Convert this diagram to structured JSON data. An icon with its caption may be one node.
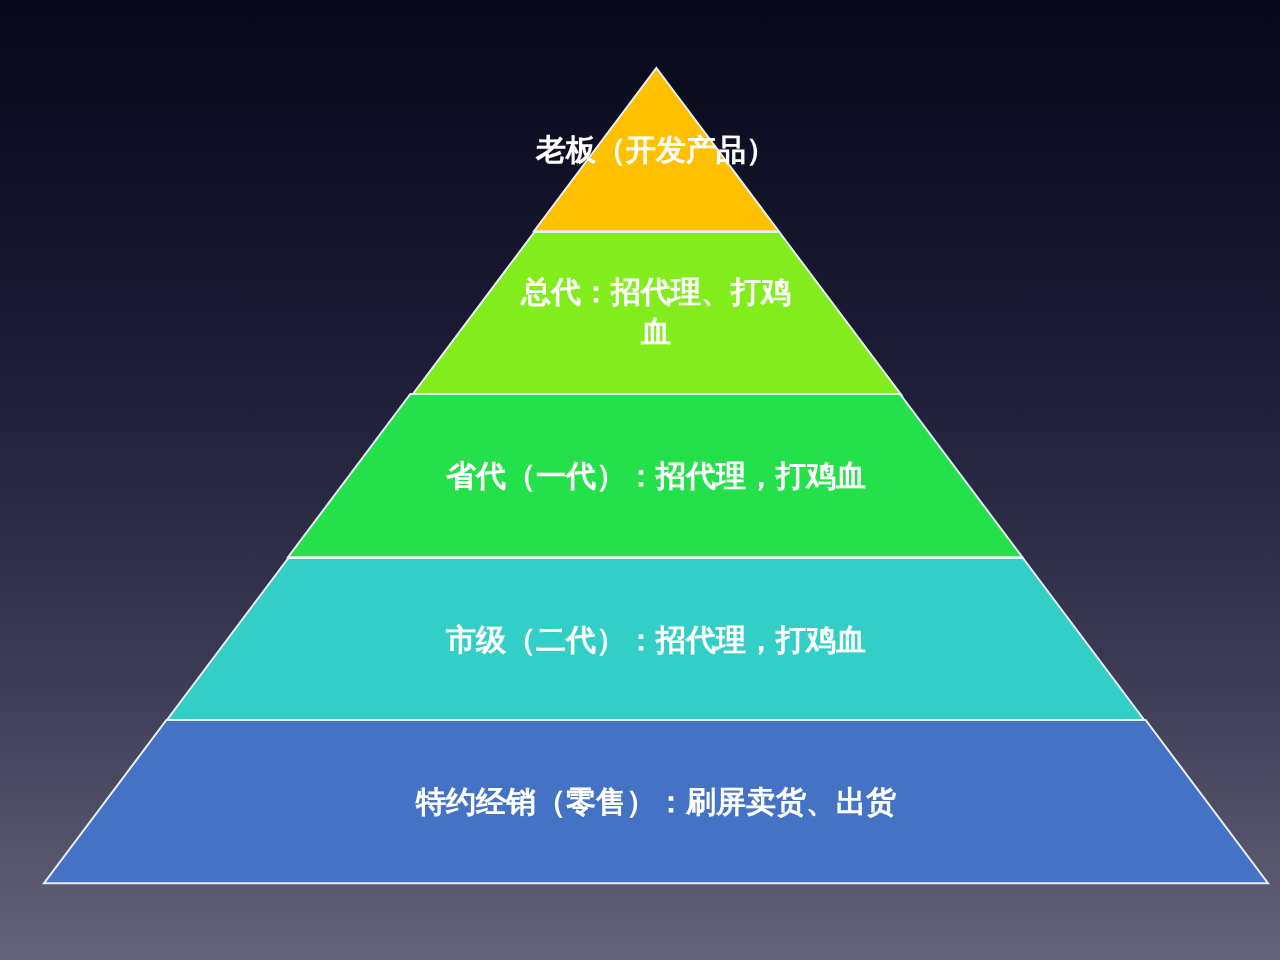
{
  "diagram": {
    "nodes": [
      {
        "text": [
          "老板（开发产品）"
        ]
      },
      {
        "text": [
          "总代：招代理、打鸡血"
        ]
      },
      {
        "text": [
          "省代（一代）：招代理，打鸡血"
        ]
      },
      {
        "text": [
          "市级（二代）：招代理，打鸡血"
        ]
      },
      {
        "text": [
          "特约经销（零售）：刷屏卖货、出货"
        ]
      }
    ]
  }
}
